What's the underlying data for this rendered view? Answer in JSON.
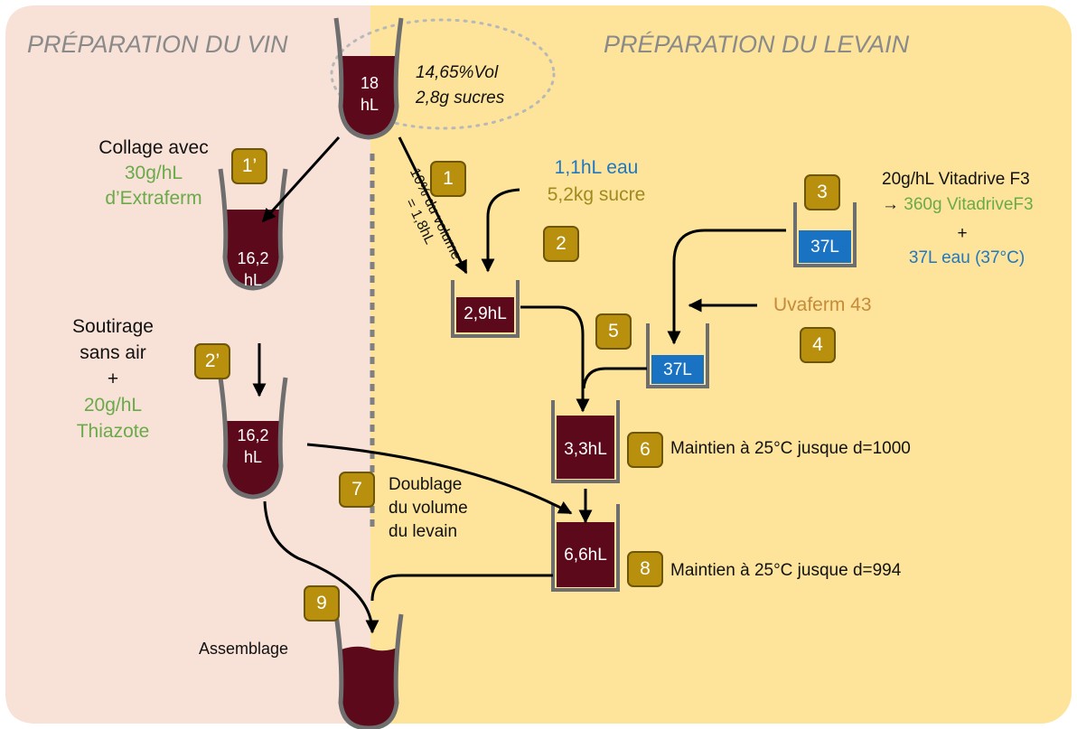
{
  "sections": {
    "vin": "PRÉPARATION DU VIN",
    "levain": "PRÉPARATION DU LEVAIN"
  },
  "colors": {
    "wine": "#5c0a1b",
    "water": "#1a73c2",
    "step_badge": "#b8900e",
    "left_bg": "#f8e1d6",
    "right_bg": "#fde49a"
  },
  "vessels": {
    "top_glass": {
      "l1": "18",
      "l2": "hL"
    },
    "glass_1": {
      "l1": "16,2",
      "l2": "hL"
    },
    "glass_2": {
      "l1": "16,2",
      "l2": "hL"
    },
    "tank_29": "2,9hL",
    "tank_37_top": "37L",
    "tank_37_mid": "37L",
    "tank_33": "3,3hL",
    "tank_66": "6,6hL"
  },
  "annotations": {
    "vol": "14,65%Vol",
    "sucres": "2,8g sucres",
    "ten_pct_line1": "10% du volume",
    "ten_pct_line2": "= 1,8hL",
    "collage_l1": "Collage avec",
    "collage_l2": "30g/hL",
    "collage_l3": "d’Extraferm",
    "soutirage_l1": "Soutirage",
    "soutirage_l2": "sans air",
    "soutirage_l3": "+",
    "soutirage_l4": "20g/hL",
    "soutirage_l5": "Thiazote",
    "eau": "1,1hL eau",
    "sucre": "5,2kg sucre",
    "vitadrive_l1": "20g/hL Vitadrive F3",
    "vitadrive_arrow": "→",
    "vitadrive_l2": "360g VitadriveF3",
    "vitadrive_plus": "+",
    "vitadrive_l3": "37L eau (37°C)",
    "uvaferm": "Uvaferm 43",
    "maintien_1000": "Maintien à 25°C jusque d=1000",
    "doublage_l1": "Doublage",
    "doublage_l2": "du volume",
    "doublage_l3": "du levain",
    "maintien_994": "Maintien à 25°C jusque d=994",
    "assemblage": "Assemblage"
  },
  "steps": {
    "s1": "1",
    "s1p": "1’",
    "s2": "2",
    "s2p": "2’",
    "s3": "3",
    "s4": "4",
    "s5": "5",
    "s6": "6",
    "s7": "7",
    "s8": "8",
    "s9": "9"
  }
}
